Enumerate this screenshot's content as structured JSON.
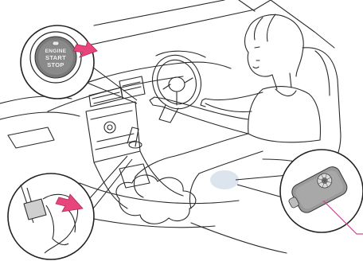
{
  "illustration": {
    "start_button": {
      "line1": "ENGINE",
      "line2": "START",
      "line3": "STOP"
    },
    "colors": {
      "arrow": "#e8457a",
      "highlight": "#c94a8c",
      "callout_outline": "#222222",
      "button_face": "#7a7a7a",
      "key_fob": "#9a9a9a",
      "glow": "#d8e2ec"
    },
    "icons": [
      "start-stop-button-icon",
      "brake-pedal-icon",
      "smart-key-fob-icon",
      "press-arrow-icon"
    ]
  }
}
